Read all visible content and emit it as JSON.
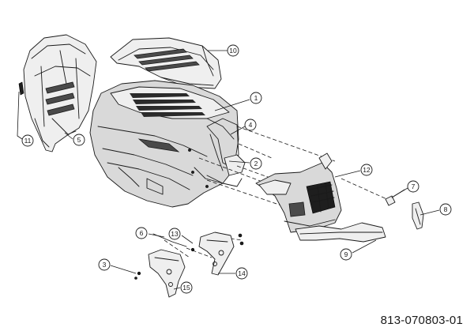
{
  "document_number": "813-070803-01",
  "callouts": [
    {
      "label": "1"
    },
    {
      "label": "2"
    },
    {
      "label": "3"
    },
    {
      "label": "4"
    },
    {
      "label": "5"
    },
    {
      "label": "6"
    },
    {
      "label": "7"
    },
    {
      "label": "8"
    },
    {
      "label": "9"
    },
    {
      "label": "10"
    },
    {
      "label": "11"
    },
    {
      "label": "12"
    },
    {
      "label": "13"
    },
    {
      "label": "14"
    },
    {
      "label": "15"
    }
  ]
}
